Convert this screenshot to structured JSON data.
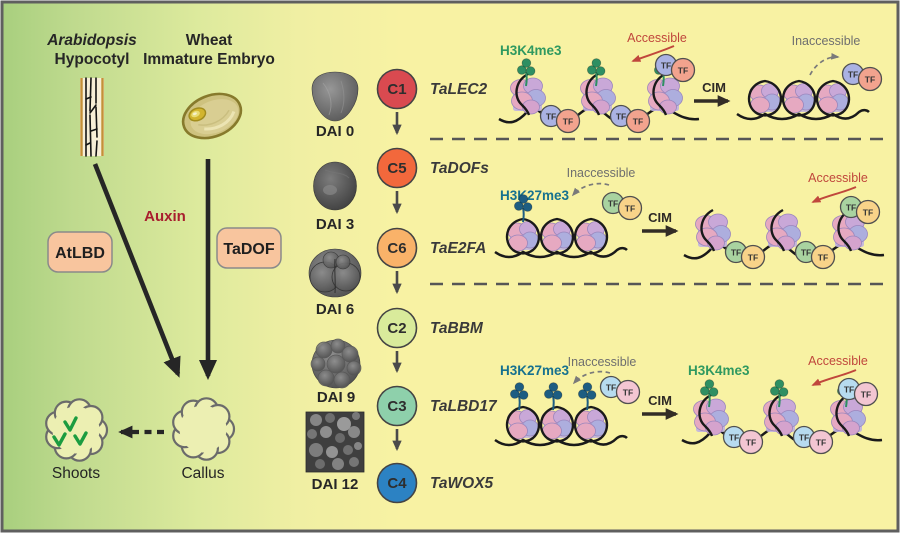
{
  "figure": {
    "left_panel": {
      "arabidopsis_title_line1": "Arabidopsis",
      "arabidopsis_title_line2": "Hypocotyl",
      "wheat_title_line1": "Wheat",
      "wheat_title_line2": "Immature Embryo",
      "auxin_label": "Auxin",
      "atlbd_box": "AtLBD",
      "tadof_box": "TaDOF",
      "shoots_label": "Shoots",
      "callus_label": "Callus"
    },
    "timeline": {
      "stages": [
        {
          "label": "DAI 0"
        },
        {
          "label": "DAI 3"
        },
        {
          "label": "DAI 6"
        },
        {
          "label": "DAI 9"
        },
        {
          "label": "DAI 12"
        }
      ],
      "clusters": [
        {
          "id": "C1",
          "gene": "TaLEC2",
          "color": "#d94a50"
        },
        {
          "id": "C5",
          "gene": "TaDOFs",
          "color": "#f2683c"
        },
        {
          "id": "C6",
          "gene": "TaE2FA",
          "color": "#f9b269"
        },
        {
          "id": "C2",
          "gene": "TaBBM",
          "color": "#d9eb9b"
        },
        {
          "id": "C3",
          "gene": "TaLBD17",
          "color": "#8ed0ab"
        },
        {
          "id": "C4",
          "gene": "TaWOX5",
          "color": "#2c82c3"
        }
      ]
    },
    "chromatin_panel": {
      "labels": {
        "tf": "TF",
        "cim": "CIM",
        "accessible": "Accessible",
        "inaccessible": "Inaccessible",
        "h3k4me3": "H3K4me3",
        "h3k27me3": "H3K27me3"
      },
      "rows": [
        {
          "left_mark": "H3K4me3",
          "left_state": "Accessible",
          "right_state": "Inaccessible"
        },
        {
          "left_mark": "H3K27me3",
          "left_state": "Inaccessible",
          "right_state": "Accessible"
        },
        {
          "left_mark": "H3K27me3",
          "left_state": "Inaccessible",
          "right_mark": "H3K4me3",
          "right_state": "Accessible"
        }
      ],
      "colors": {
        "h3k4me3_mark": "#2e8f62",
        "h3k27me3_mark": "#1d5d82",
        "h3k4me3_text": "#2f9960",
        "h3k27me3_text": "#16718f",
        "accessible_text": "#c0473c",
        "inaccessible_text": "#6f6f6f",
        "tf_row1": [
          "#aab2e3",
          "#f2a38e"
        ],
        "tf_row2": [
          "#a9d3a0",
          "#f8d389"
        ],
        "tf_row3": [
          "#b7dbef",
          "#f3c6d2"
        ],
        "nucleosome_pink": "#e6a9c1",
        "nucleosome_purple": "#adaede"
      }
    },
    "background": {
      "left_green": "#abd081",
      "right_yellow": "#f8f2a3",
      "box_peach": "#f8c59e"
    }
  }
}
